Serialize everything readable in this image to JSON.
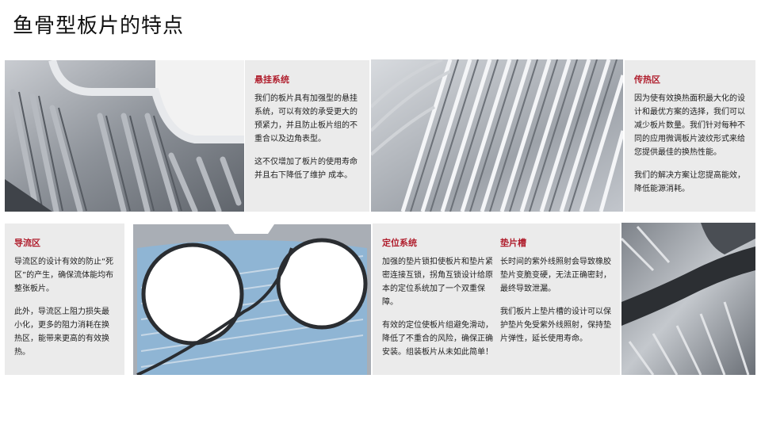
{
  "title": "鱼骨型板片的特点",
  "sections": {
    "suspension": {
      "heading": "悬挂系统",
      "p1": "我们的板片具有加强型的悬挂系统，可以有效的承受更大的预紧力，并且防止板片组的不重合以及边角表型。",
      "p2": "这不仅增加了板片的使用寿命并且右下降低了维护 成本。"
    },
    "heat": {
      "heading": "传热区",
      "p1": "因为使有效换热面积最大化的设计和最优方案的选择，我们可以减少板片数量。我们针对每种不同的应用微调板片波纹形式来给您提供最佳的换热性能。",
      "p2": "我们的解决方案让您提高能效，降低能源消耗。"
    },
    "flow": {
      "heading": "导流区",
      "p1": "导流区的设计有效的防止“死区”的产生，确保流体能均布整张板片。",
      "p2": "此外，导流区上阻力损失最小化，更多的阻力消耗在换热区，能带来更高的有效换热。"
    },
    "positioning": {
      "heading": "定位系统",
      "p1": "加强的垫片锁扣使板片和垫片紧密连接互锁，拐角互锁设计给原本的定位系统加了一个双重保障。",
      "p2": "有效的定位使板片组避免滑动，降低了不重合的风险，确保正确安装。组装板片从未如此简单！"
    },
    "gasket": {
      "heading": "垫片槽",
      "p1": "长时间的紫外线照射会导致橡胶垫片变脆变硬，无法正确密封，最终导致泄漏。",
      "p2": "我们板片上垫片槽的设计可以保护垫片免受紫外线照射，保持垫片弹性，延长使用寿命。"
    }
  }
}
